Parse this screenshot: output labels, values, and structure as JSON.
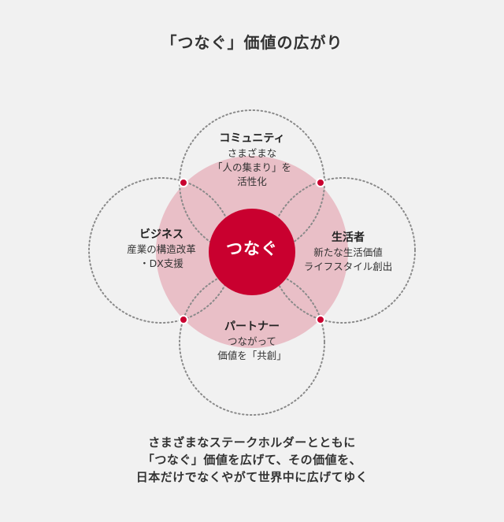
{
  "title": "「つなぐ」価値の広がり",
  "colors": {
    "background": "#f1f1f1",
    "center_fill": "#c9002f",
    "ring_fill": "#e9bfc7",
    "dot_stroke": "#8a8a8a",
    "node_fill": "#c9002f"
  },
  "center": {
    "label": "つなぐ"
  },
  "nodes": {
    "community": {
      "head": "コミュニティ",
      "lines": [
        "さまざまな",
        "「人の集まり」を",
        "活性化"
      ]
    },
    "business": {
      "head": "ビジネス",
      "lines": [
        "産業の構造改革",
        "・DX支援"
      ]
    },
    "consumer": {
      "head": "生活者",
      "lines": [
        "新たな生活価値",
        "ライフスタイル創出"
      ]
    },
    "partner": {
      "head": "パートナー",
      "lines": [
        "つながって",
        "価値を「共創」"
      ]
    }
  },
  "bottom_text": [
    "さまざまなステークホルダーとともに",
    "「つなぐ」価値を広げて、その価値を、",
    "日本だけでなくやがて世界中に広げてゆく"
  ]
}
